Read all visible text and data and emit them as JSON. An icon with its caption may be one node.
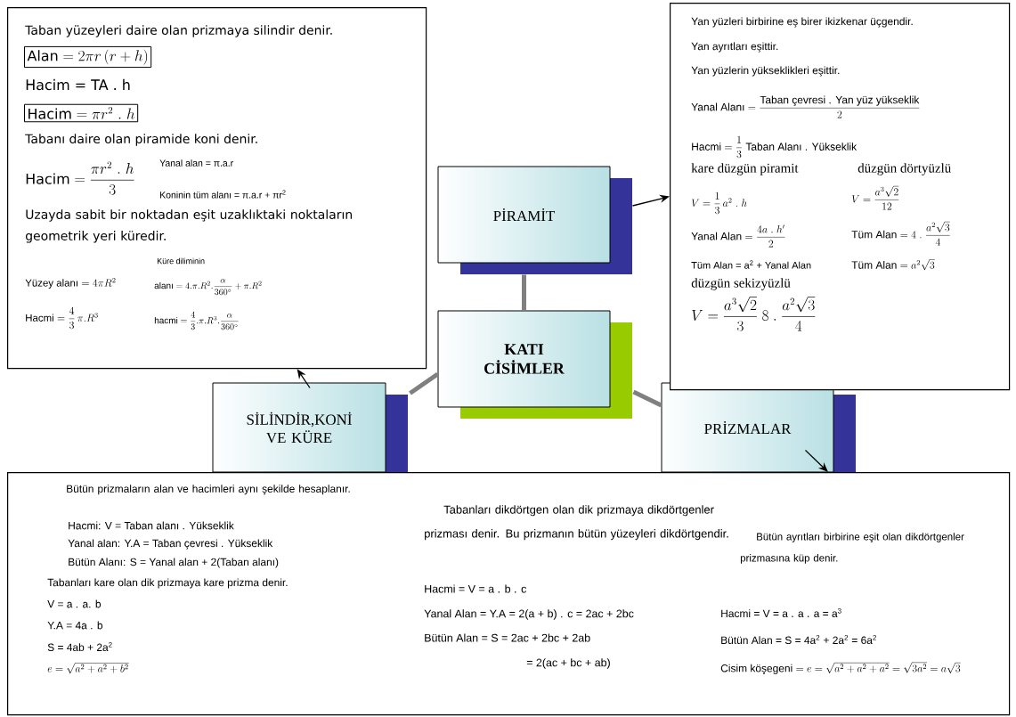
{
  "diagram": {
    "nodes": [
      {
        "text": [
          "KATI CİSİMLER"
        ]
      },
      {
        "text": [
          "PİRAMİT"
        ]
      },
      {
        "text": [
          "SİLİNDİR,KONİ VE KÜRE"
        ]
      },
      {
        "text": [
          "PRİZMALAR"
        ]
      },
      {
        "text": [
          "Taban yüzeyleri daire olan prizmaya silindir denir.",
          "\\text{Alan} = 2\\pi r\\,(r + h)",
          "Hacim = TA . h",
          "\\text{Hacim} = \\pi r^{2}\\ .\\ h",
          "Tabanı daire olan piramide koni denir.",
          "\\text{Hacim} = \\dfrac{\\pi r^{2}\\ .\\ h}{3}",
          "Yanal alan = π.a.r",
          "Koninin tüm alanı = π.a.r + πr$^{2}$",
          "Uzayda sabit bir noktadan eşit uzaklıktaki noktaların geometrik yeri küredir.",
          "Küre diliminin",
          "\\text{Yüzey alanı} = 4\\pi R^{2}",
          "\\text{alanı} = 4.\\pi.R^{2}.\\dfrac{\\alpha}{360^{\\circ}} + \\pi.R^{2}",
          "\\text{Hacmi} = \\dfrac{4}{3}\\,\\pi.R^{3}",
          "\\text{hacmi} = \\dfrac{4}{3}.\\pi.R^{3}.\\dfrac{\\alpha}{360^{\\circ}}"
        ]
      },
      {
        "text": [
          "Yan yüzleri birbirine eş birer ikizkenar üçgendir.",
          "Yan ayrıtları eşittir.",
          "Yan yüzlerin yükseklikleri eşittir.",
          "\\text{Yanal Alanı} = \\dfrac{\\text{Taban çevresi . Yan yüz yükseklik}}{2}",
          "\\text{Hacmi} = \\dfrac{1}{3}\\ \\text{Taban Alanı . Yükseklik}",
          "kare düzgün piramit",
          "düzgün dörtyüzlü",
          "V = \\dfrac{1}{3}\\,a^{2}\\ .\\ h",
          "V = \\dfrac{a^{3}\\sqrt{2}}{12}",
          "\\text{Yanal Alan} = \\dfrac{4a\\ .\\ h'}{2}",
          "\\text{Tüm Alan} = 4\\ .\\ \\dfrac{a^{2}\\sqrt{3}}{4}",
          "Tüm Alan = a$^{2}$ + Yanal Alan",
          "\\text{Tüm Alan} = a^{2}\\sqrt{3}",
          "düzgün sekizyüzlü",
          "V = \\dfrac{a^{3}\\sqrt{2}}{3}\\ 8\\ .\\ \\dfrac{a^{2}\\sqrt{3}}{4}"
        ]
      },
      {
        "text": [
          "Bütün prizmaların alan ve hacimleri aynı şekilde hesaplanır.",
          "Hacmi: V = Taban alanı . Yükseklik",
          "Yanal alan: Y.A = Taban çevresi . Yükseklik",
          "Bütün Alanı: S = Yanal alan + 2(Taban alanı)",
          "Tabanları kare olan dik prizmaya kare prizma denir.",
          "V = a . a. b",
          "Y.A = 4a . b",
          "S = 4ab + 2a$^{2}$",
          "e = \\sqrt{a^{2} + a^{2} + b^{2}}",
          "Tabanları dikdörtgen olan dik prizmaya dikdörtgenler prizması denir. Bu prizmanın bütün yüzeyleri dikdörtgendir.",
          "Hacmi = V = a . b . c",
          "Yanal Alan = Y.A = 2(a + b) . c = 2ac + 2bc",
          "Bütün Alan = S = 2ac + 2bc + 2ab",
          "= 2(ac + bc + ab)",
          "Bütün ayrıtları birbirine eşit olan dikdörtgenler prizmasına küp denir.",
          "Hacmi = V = a . a . a = a$^{3}$",
          "Bütün Alan = S = 4a$^{2}$ + 2a$^{2}$ = 6a$^{2}$",
          "\\text{Cisim köşegeni} = e = \\sqrt{a^{2} + a^{2} + a^{2}} = \\sqrt{3a^{2}} = a\\sqrt{3}"
        ]
      }
    ],
    "edges": [
      {
        "from": 0,
        "to": 1,
        "arrow": "none",
        "style": "thick",
        "color": "#808080"
      },
      {
        "from": 0,
        "to": 2,
        "arrow": "none",
        "style": "thick",
        "color": "#808080"
      },
      {
        "from": 0,
        "to": 3,
        "arrow": "none",
        "style": "thick",
        "color": "#808080"
      },
      {
        "from": 1,
        "to": 5,
        "arrow": "to",
        "color": "#000000"
      },
      {
        "from": 2,
        "to": 4,
        "arrow": "to",
        "color": "#000000"
      },
      {
        "from": 3,
        "to": 6,
        "arrow": "to",
        "color": "#000000"
      }
    ]
  }
}
